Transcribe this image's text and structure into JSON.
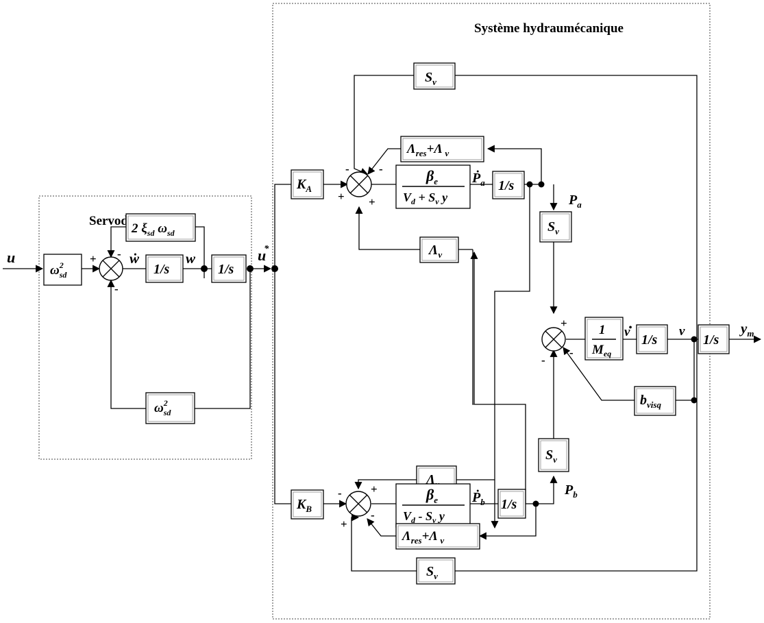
{
  "frames": {
    "servo_title": "Servodistributeur",
    "hydro_title": "Système hydraumécanique"
  },
  "signals": {
    "input": "u",
    "w_dot": "ẇ",
    "w": "w",
    "u_star": "u",
    "u_star_sup": "*",
    "pa_dot": "Ṗ",
    "pa_dot_sub": "a",
    "pa": "P",
    "pa_sub": "a",
    "pb_dot": "Ṗ",
    "pb_dot_sub": "b",
    "pb": "P",
    "pb_sub": "b",
    "v_dot": "v",
    "v_dot_mark": "•",
    "v": "v",
    "output": "y",
    "output_sub": "m"
  },
  "blocks": {
    "omega_in": {
      "base": "ω",
      "sup": "2",
      "sub": "sd"
    },
    "two_xi_omega": {
      "pre": "2 ",
      "xi": "ξ",
      "xi_sub": "sd",
      "omega": " ω",
      "omega_sub": "sd"
    },
    "omega_fb": {
      "base": "ω",
      "sup": "2",
      "sub": "sd"
    },
    "integ": "1/s",
    "ka": {
      "base": "K",
      "sub": "A"
    },
    "kb": {
      "base": "K",
      "sub": "B"
    },
    "sv": {
      "base": "S",
      "sub": "v"
    },
    "lambda_v": {
      "base": "Λ",
      "sub": "v"
    },
    "lambda_res_v": {
      "a": "Λ",
      "a_sub": "res",
      "plus": "+",
      "b": "Λ",
      "b_sub": " v"
    },
    "beta_a": {
      "num": "β",
      "num_sub": "e",
      "den_a": "V",
      "den_a_sub": "d",
      "den_op": " + ",
      "den_b": "S",
      "den_b_sub": "v",
      "den_c": " y"
    },
    "beta_b": {
      "num": "β",
      "num_sub": "e",
      "den_a": "V",
      "den_a_sub": "d",
      "den_op": " - ",
      "den_b": "S",
      "den_b_sub": "v",
      "den_c": " y"
    },
    "inv_meq": {
      "num": "1",
      "den": "M",
      "den_sub": "eq"
    },
    "b_visq": {
      "base": "b",
      "sub": "visq"
    }
  },
  "signs": {
    "plus": "+",
    "minus": "-"
  }
}
